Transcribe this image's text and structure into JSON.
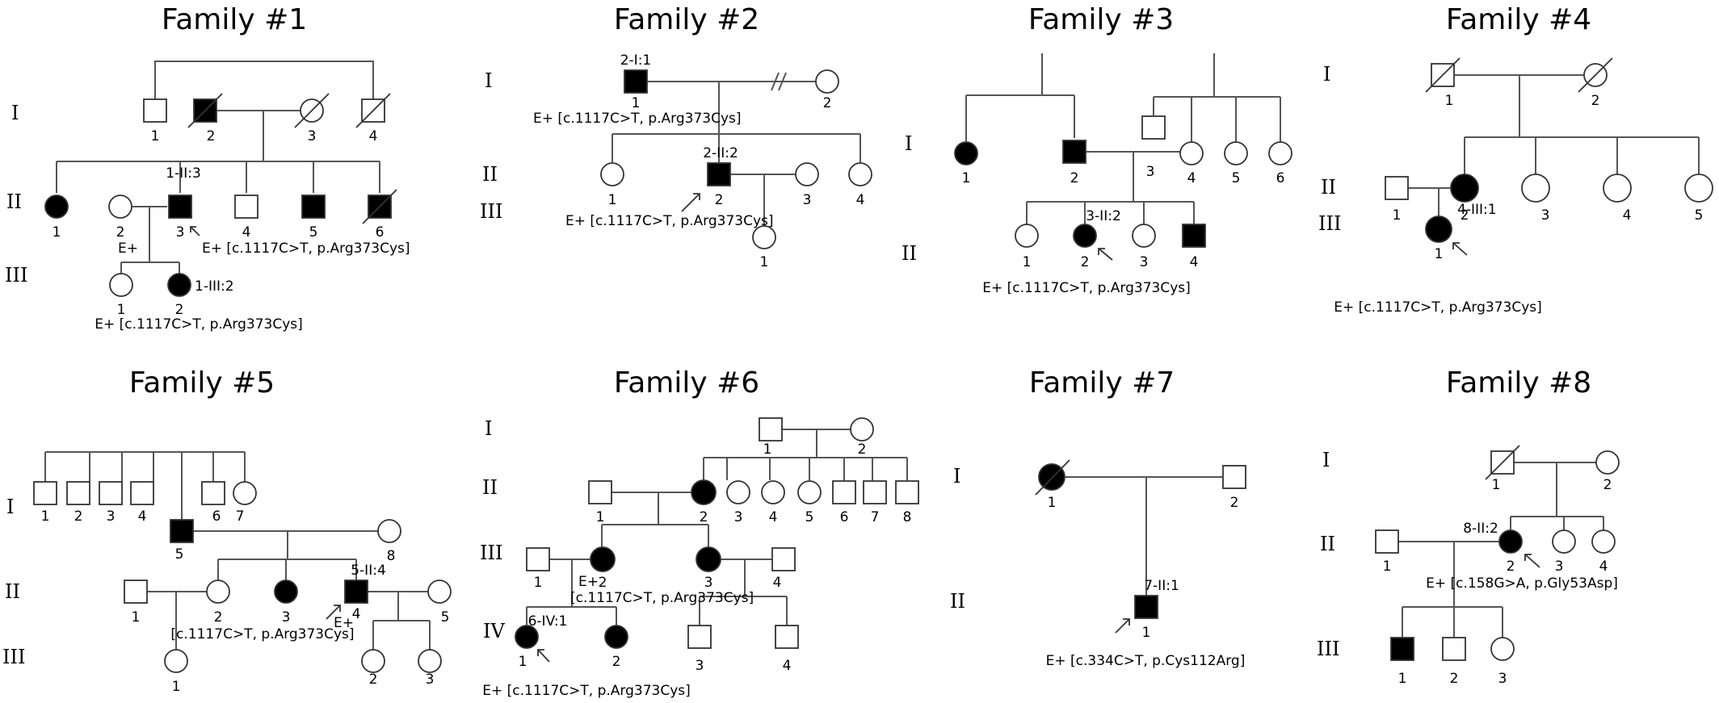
{
  "families": [
    {
      "title": "Family #1",
      "generations": [
        "I",
        "II",
        "III"
      ],
      "individuals": [
        {
          "num": "1",
          "sex": "male",
          "affected": false,
          "deceased": false
        },
        {
          "num": "2",
          "sex": "male",
          "affected": true,
          "deceased": true
        },
        {
          "num": "3",
          "sex": "female",
          "affected": false,
          "deceased": true
        },
        {
          "num": "4",
          "sex": "male",
          "affected": false,
          "deceased": true
        },
        {
          "num": "1",
          "sex": "female",
          "affected": true,
          "deceased": false
        },
        {
          "num": "2",
          "sex": "female",
          "affected": false,
          "deceased": false
        },
        {
          "num": "3",
          "sex": "male",
          "affected": true,
          "deceased": false,
          "proband": true
        },
        {
          "num": "4",
          "sex": "male",
          "affected": false,
          "deceased": false
        },
        {
          "num": "5",
          "sex": "male",
          "affected": true,
          "deceased": false
        },
        {
          "num": "6",
          "sex": "male",
          "affected": true,
          "deceased": true
        },
        {
          "num": "1",
          "sex": "female",
          "affected": false,
          "deceased": false
        },
        {
          "num": "2",
          "sex": "female",
          "affected": true,
          "deceased": false
        }
      ],
      "labels": [
        "1-II:3",
        "1-III:2",
        "E+"
      ],
      "variants": [
        "E+ [c.1117C>T, p.Arg373Cys]",
        "E+ [c.1117C>T, p.Arg373Cys]"
      ]
    },
    {
      "title": "Family #2",
      "generations": [
        "I",
        "II",
        "III"
      ],
      "individuals": [
        {
          "num": "1",
          "sex": "male",
          "affected": true,
          "deceased": false
        },
        {
          "num": "2",
          "sex": "female",
          "affected": false,
          "deceased": false
        },
        {
          "num": "1",
          "sex": "female",
          "affected": false,
          "deceased": false
        },
        {
          "num": "2",
          "sex": "male",
          "affected": true,
          "deceased": false,
          "proband": true
        },
        {
          "num": "3",
          "sex": "female",
          "affected": false,
          "deceased": false
        },
        {
          "num": "4",
          "sex": "female",
          "affected": false,
          "deceased": false
        },
        {
          "num": "1",
          "sex": "female",
          "affected": false,
          "deceased": false
        }
      ],
      "labels": [
        "2-I:1",
        "2-II:2"
      ],
      "variants": [
        "E+ [c.1117C>T, p.Arg373Cys]",
        "E+ [c.1117C>T, p.Arg373Cys]"
      ]
    },
    {
      "title": "Family #3",
      "generations": [
        "I",
        "II"
      ],
      "individuals": [
        {
          "num": "1",
          "sex": "female",
          "affected": true,
          "deceased": false
        },
        {
          "num": "2",
          "sex": "male",
          "affected": true,
          "deceased": false
        },
        {
          "num": "3",
          "sex": "male",
          "affected": false,
          "deceased": false
        },
        {
          "num": "4",
          "sex": "female",
          "affected": false,
          "deceased": false
        },
        {
          "num": "5",
          "sex": "female",
          "affected": false,
          "deceased": false
        },
        {
          "num": "6",
          "sex": "female",
          "affected": false,
          "deceased": false
        },
        {
          "num": "1",
          "sex": "female",
          "affected": false,
          "deceased": false
        },
        {
          "num": "2",
          "sex": "female",
          "affected": true,
          "deceased": false,
          "proband": true
        },
        {
          "num": "3",
          "sex": "female",
          "affected": false,
          "deceased": false
        },
        {
          "num": "4",
          "sex": "male",
          "affected": true,
          "deceased": false
        }
      ],
      "labels": [
        "3-II:2"
      ],
      "variants": [
        "E+ [c.1117C>T, p.Arg373Cys]"
      ]
    },
    {
      "title": "Family #4",
      "generations": [
        "I",
        "II",
        "III"
      ],
      "individuals": [
        {
          "num": "1",
          "sex": "male",
          "affected": false,
          "deceased": true
        },
        {
          "num": "2",
          "sex": "female",
          "affected": false,
          "deceased": true
        },
        {
          "num": "1",
          "sex": "male",
          "affected": false,
          "deceased": false
        },
        {
          "num": "2",
          "sex": "female",
          "affected": true,
          "deceased": false
        },
        {
          "num": "3",
          "sex": "female",
          "affected": false,
          "deceased": false
        },
        {
          "num": "4",
          "sex": "female",
          "affected": false,
          "deceased": false
        },
        {
          "num": "5",
          "sex": "female",
          "affected": false,
          "deceased": false
        },
        {
          "num": "1",
          "sex": "female",
          "affected": true,
          "deceased": false,
          "proband": true
        }
      ],
      "labels": [
        "4-III:1"
      ],
      "variants": [
        "E+ [c.1117C>T, p.Arg373Cys]"
      ]
    },
    {
      "title": "Family #5",
      "generations": [
        "I",
        "II",
        "III"
      ],
      "individuals": [
        {
          "num": "1",
          "sex": "male",
          "affected": false,
          "deceased": false
        },
        {
          "num": "2",
          "sex": "male",
          "affected": false,
          "deceased": false
        },
        {
          "num": "3",
          "sex": "male",
          "affected": false,
          "deceased": false
        },
        {
          "num": "4",
          "sex": "male",
          "affected": false,
          "deceased": false
        },
        {
          "num": "5",
          "sex": "male",
          "affected": true,
          "deceased": false
        },
        {
          "num": "6",
          "sex": "male",
          "affected": false,
          "deceased": false
        },
        {
          "num": "7",
          "sex": "female",
          "affected": false,
          "deceased": false
        },
        {
          "num": "8",
          "sex": "female",
          "affected": false,
          "deceased": false
        },
        {
          "num": "1",
          "sex": "male",
          "affected": false,
          "deceased": false
        },
        {
          "num": "2",
          "sex": "female",
          "affected": false,
          "deceased": false
        },
        {
          "num": "3",
          "sex": "female",
          "affected": true,
          "deceased": false
        },
        {
          "num": "4",
          "sex": "male",
          "affected": true,
          "deceased": false,
          "proband": true
        },
        {
          "num": "5",
          "sex": "female",
          "affected": false,
          "deceased": false
        },
        {
          "num": "1",
          "sex": "female",
          "affected": false,
          "deceased": false
        },
        {
          "num": "2",
          "sex": "female",
          "affected": false,
          "deceased": false
        },
        {
          "num": "3",
          "sex": "female",
          "affected": false,
          "deceased": false
        }
      ],
      "labels": [
        "5-II:4",
        "E+"
      ],
      "variants": [
        "[c.1117C>T, p.Arg373Cys]"
      ]
    },
    {
      "title": "Family #6",
      "generations": [
        "I",
        "II",
        "III",
        "IV"
      ],
      "individuals": [
        {
          "num": "1",
          "sex": "male",
          "affected": false,
          "deceased": false
        },
        {
          "num": "2",
          "sex": "female",
          "affected": false,
          "deceased": false
        },
        {
          "num": "1",
          "sex": "male",
          "affected": false,
          "deceased": false
        },
        {
          "num": "2",
          "sex": "female",
          "affected": true,
          "deceased": false
        },
        {
          "num": "3",
          "sex": "female",
          "affected": false,
          "deceased": false
        },
        {
          "num": "4",
          "sex": "female",
          "affected": false,
          "deceased": false
        },
        {
          "num": "5",
          "sex": "female",
          "affected": false,
          "deceased": false
        },
        {
          "num": "6",
          "sex": "male",
          "affected": false,
          "deceased": false
        },
        {
          "num": "7",
          "sex": "male",
          "affected": false,
          "deceased": false
        },
        {
          "num": "8",
          "sex": "male",
          "affected": false,
          "deceased": false
        },
        {
          "num": "1",
          "sex": "male",
          "affected": false,
          "deceased": false
        },
        {
          "num": "2",
          "sex": "female",
          "affected": true,
          "deceased": false
        },
        {
          "num": "3",
          "sex": "female",
          "affected": true,
          "deceased": false
        },
        {
          "num": "4",
          "sex": "male",
          "affected": false,
          "deceased": false
        },
        {
          "num": "1",
          "sex": "female",
          "affected": true,
          "deceased": false,
          "proband": true
        },
        {
          "num": "2",
          "sex": "female",
          "affected": true,
          "deceased": false
        },
        {
          "num": "3",
          "sex": "male",
          "affected": false,
          "deceased": false
        },
        {
          "num": "4",
          "sex": "male",
          "affected": false,
          "deceased": false
        }
      ],
      "labels": [
        "6-IV:1",
        "E+"
      ],
      "variants": [
        "[c.1117C>T, p.Arg373Cys]",
        "E+ [c.1117C>T, p.Arg373Cys]"
      ]
    },
    {
      "title": "Family #7",
      "generations": [
        "I",
        "II"
      ],
      "individuals": [
        {
          "num": "1",
          "sex": "female",
          "affected": true,
          "deceased": true
        },
        {
          "num": "2",
          "sex": "male",
          "affected": false,
          "deceased": false
        },
        {
          "num": "1",
          "sex": "male",
          "affected": true,
          "deceased": false,
          "proband": true
        }
      ],
      "labels": [
        "7-II:1"
      ],
      "variants": [
        "E+ [c.334C>T, p.Cys112Arg]"
      ]
    },
    {
      "title": "Family #8",
      "generations": [
        "I",
        "II",
        "III"
      ],
      "individuals": [
        {
          "num": "1",
          "sex": "male",
          "affected": false,
          "deceased": true
        },
        {
          "num": "2",
          "sex": "female",
          "affected": false,
          "deceased": false
        },
        {
          "num": "1",
          "sex": "male",
          "affected": false,
          "deceased": false
        },
        {
          "num": "2",
          "sex": "female",
          "affected": true,
          "deceased": false,
          "proband": true
        },
        {
          "num": "3",
          "sex": "female",
          "affected": false,
          "deceased": false
        },
        {
          "num": "4",
          "sex": "female",
          "affected": false,
          "deceased": false
        },
        {
          "num": "1",
          "sex": "male",
          "affected": true,
          "deceased": false
        },
        {
          "num": "2",
          "sex": "male",
          "affected": false,
          "deceased": false
        },
        {
          "num": "3",
          "sex": "female",
          "affected": false,
          "deceased": false
        }
      ],
      "labels": [
        "8-II:2"
      ],
      "variants": [
        "E+ [c.158G>A, p.Gly53Asp]"
      ]
    }
  ]
}
